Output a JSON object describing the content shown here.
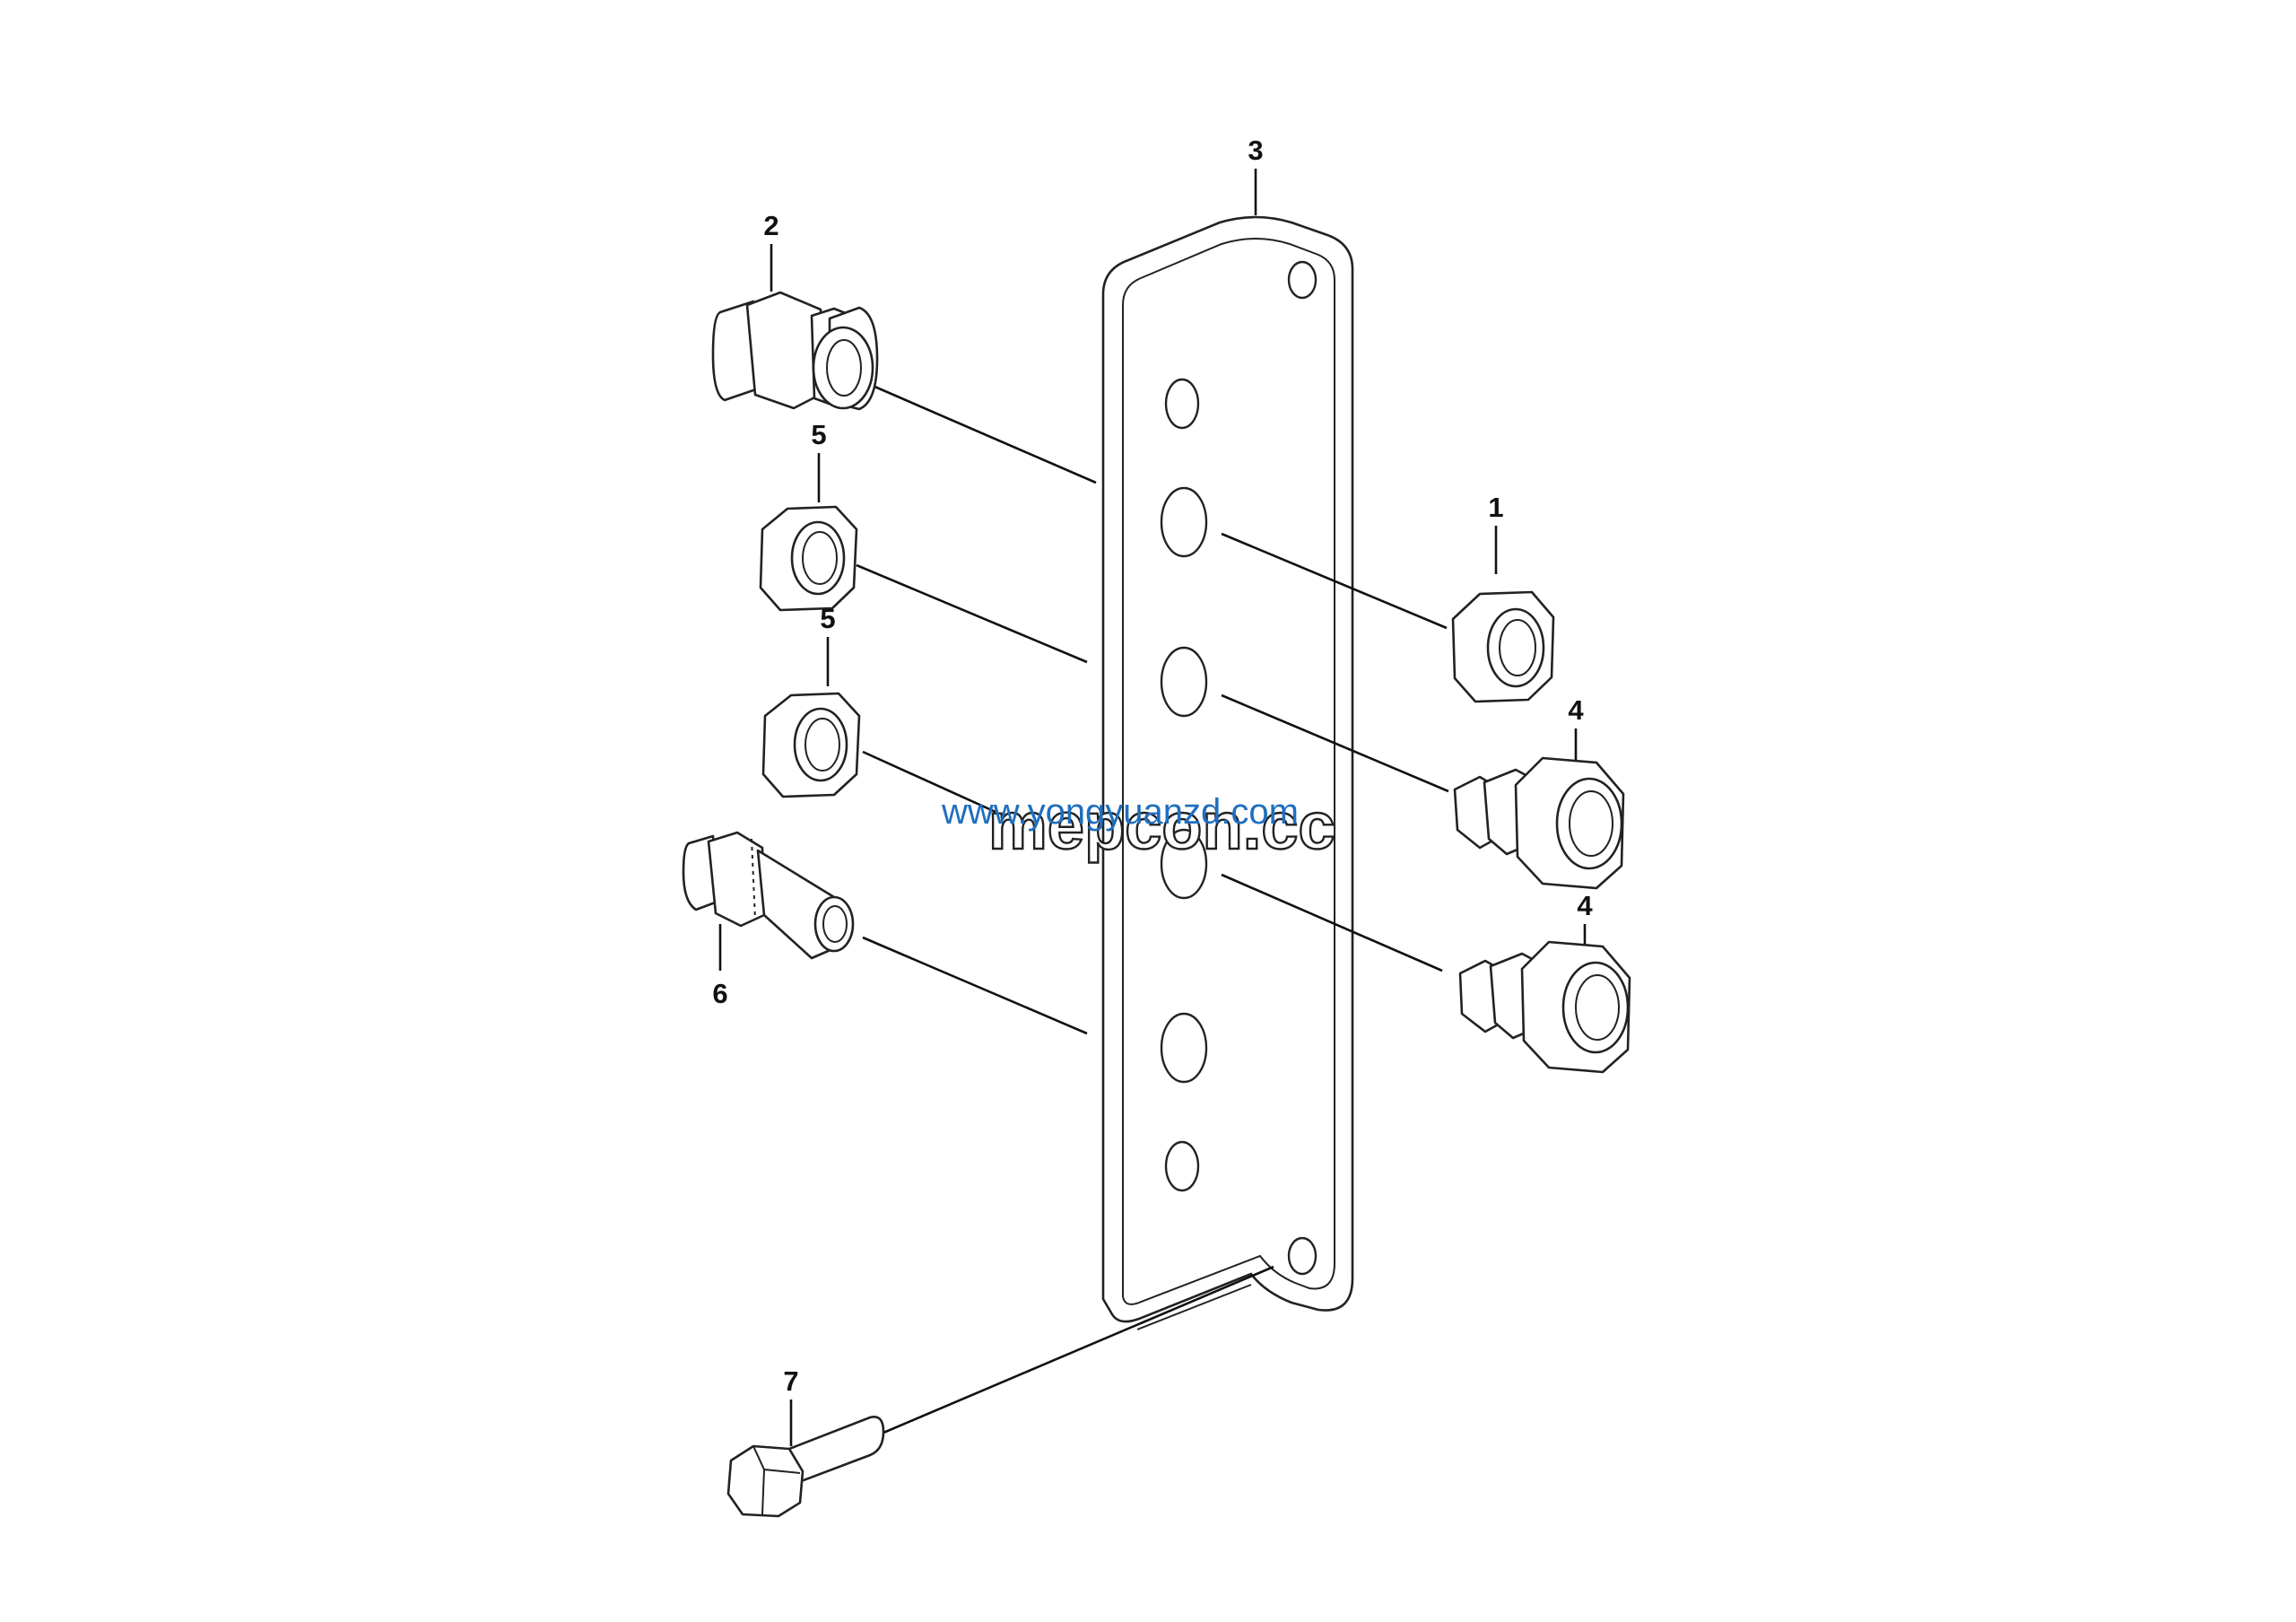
{
  "callouts": {
    "c1": "1",
    "c2": "2",
    "c3": "3",
    "c4a": "4",
    "c4b": "4",
    "c5a": "5",
    "c5b": "5",
    "c6": "6",
    "c7": "7"
  },
  "watermarks": {
    "outline": "mepcon.cc",
    "blue": "www.yongyuanzd.com"
  },
  "colors": {
    "line": "#222222",
    "watermark_blue": "#1f6fbf"
  }
}
